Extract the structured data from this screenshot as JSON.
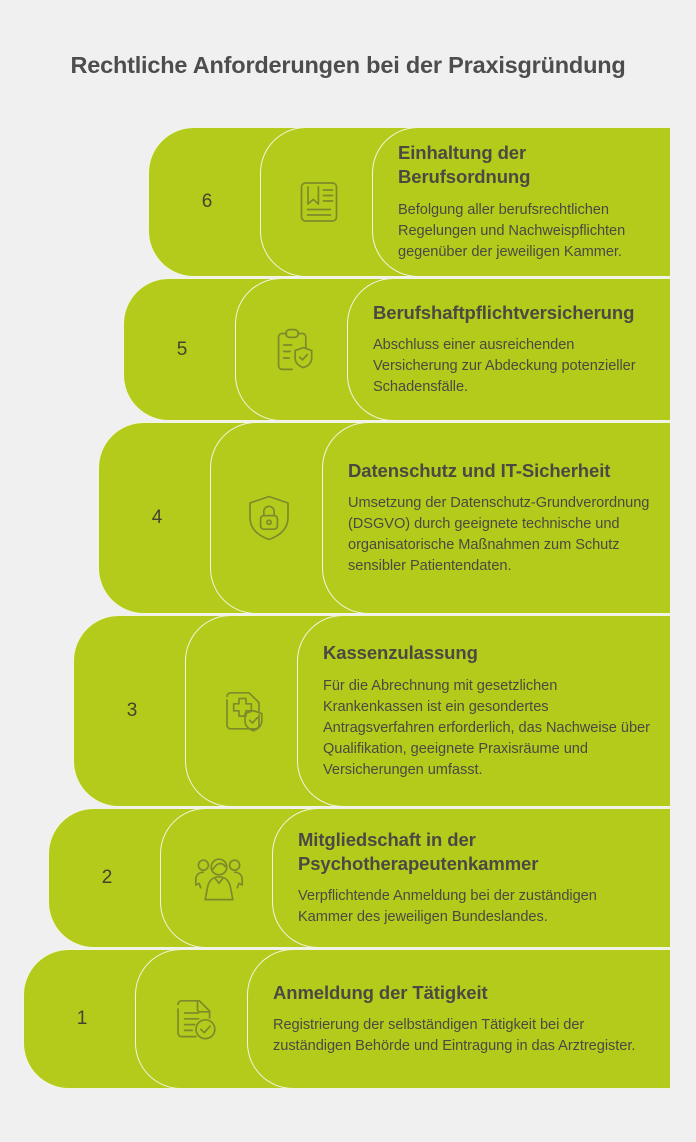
{
  "page": {
    "title": "Rechtliche Anforderungen bei der Praxisgründung",
    "background_color": "#f0f0f0",
    "accent_color": "#b5cb1c",
    "text_color": "#4a4a42"
  },
  "steps": [
    {
      "number": "6",
      "icon": "document-bookmark-icon",
      "title": "Einhaltung der Berufsordnung",
      "description": "Befolgung aller berufsrechtlichen Regelungen und Nachweispflichten gegenüber der jeweiligen Kammer."
    },
    {
      "number": "5",
      "icon": "clipboard-shield-check-icon",
      "title": "Berufshaftpflichtversicherung",
      "description": "Abschluss einer ausreichenden Versicherung zur Abdeckung potenzieller Schadensfälle."
    },
    {
      "number": "4",
      "icon": "shield-lock-icon",
      "title": "Datenschutz und IT-Sicherheit",
      "description": "Umsetzung der Datenschutz-Grundverordnung (DSGVO) durch geeignete technische und organisatorische Maßnahmen zum Schutz sensibler Patientendaten."
    },
    {
      "number": "3",
      "icon": "medical-document-shield-icon",
      "title": "Kassenzulassung",
      "description": "Für die Abrechnung mit gesetzlichen Krankenkassen ist ein gesondertes Antragsverfahren erforderlich, das Nachweise über Qualifikation, geeignete Praxisräume und Versicherungen umfasst."
    },
    {
      "number": "2",
      "icon": "people-group-icon",
      "title": "Mitgliedschaft in der Psychotherapeutenkammer",
      "description": "Verpflichtende Anmeldung bei der zuständigen Kammer des jeweiligen Bundeslandes."
    },
    {
      "number": "1",
      "icon": "document-check-icon",
      "title": "Anmeldung der Tätigkeit",
      "description": "Registrierung der selbständigen Tätigkeit bei der zuständigen Behörde und Eintragung in das Arztregister."
    }
  ]
}
